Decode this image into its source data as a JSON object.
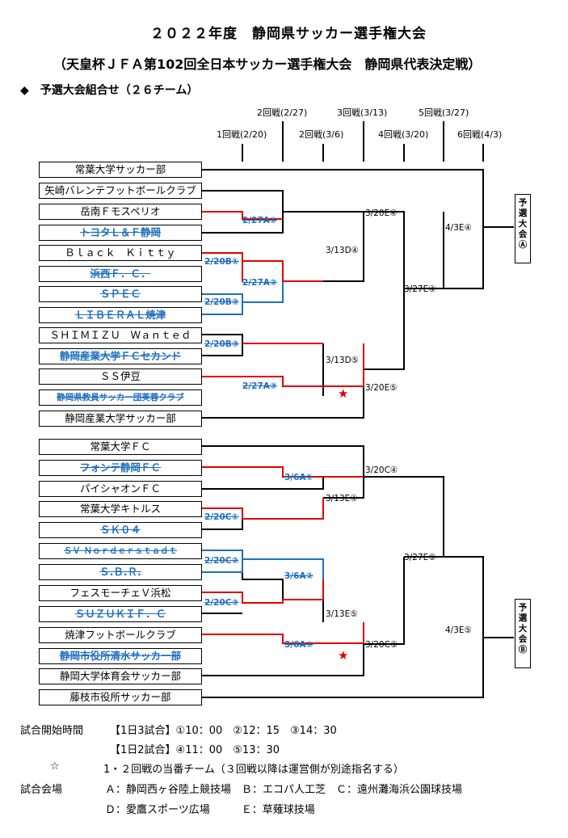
{
  "title": "２０２２年度　静岡県サッカー選手権大会",
  "subtitle": "（天皇杯ＪＦＡ第102回全日本サッカー選手権大会　静岡県代表決定戦）",
  "section": "◆　予選大会組合せ（２６チーム）",
  "rounds": {
    "r1": "1回戦(2/20)",
    "r2": "2回戦(2/27)",
    "r3": "2回戦(3/6)",
    "r4": "3回戦(3/13)",
    "r5": "4回戦(3/20)",
    "r6": "5回戦(3/27)",
    "r7": "6回戦(4/3)"
  },
  "teams": [
    {
      "name": "常葉大学サッカー部",
      "lost": false
    },
    {
      "name": "矢崎バレンテフットボールクラブ",
      "lost": false
    },
    {
      "name": "岳南Ｆモスペリオ",
      "lost": false
    },
    {
      "name": "トヨタＬ＆Ｆ静岡",
      "lost": true
    },
    {
      "name": "Ｂｌａｃｋ　Ｋｉｔｔｙ",
      "lost": false
    },
    {
      "name": "浜西Ｆ．Ｃ．",
      "lost": true
    },
    {
      "name": "ＳＰＥＣ",
      "lost": true
    },
    {
      "name": "ＬＩＢＥＲＡＬ焼津",
      "lost": true
    },
    {
      "name": "ＳＨＩＭＩＺＵ　Ｗａｎｔｅｄ",
      "lost": false
    },
    {
      "name": "静岡産業大学ＦＣセカンド",
      "lost": true
    },
    {
      "name": "ＳＳ伊豆",
      "lost": false
    },
    {
      "name": "静岡県教員サッカー団芙蓉クラブ",
      "lost": true
    },
    {
      "name": "静岡産業大学サッカー部",
      "lost": false
    },
    {
      "name": "常葉大学ＦＣ",
      "lost": false
    },
    {
      "name": "フォンテ静岡ＦＣ",
      "lost": true
    },
    {
      "name": "パイシャオンＦＣ",
      "lost": false
    },
    {
      "name": "常葉大学キトルス",
      "lost": false
    },
    {
      "name": "ＳＫ０４",
      "lost": true
    },
    {
      "name": "ＳＶ Ｎｏｒｄｅｒｓｔａｄｔ",
      "lost": true
    },
    {
      "name": "Ｓ.Ｂ.Ｒ.",
      "lost": true
    },
    {
      "name": "フェスモーチェＶ浜松",
      "lost": false
    },
    {
      "name": "ＳＵＺＵＫＩＦ．Ｃ",
      "lost": true
    },
    {
      "name": "焼津フットボールクラブ",
      "lost": false
    },
    {
      "name": "静岡市役所清水サッカー部",
      "lost": true
    },
    {
      "name": "静岡大学体育会サッカー部",
      "lost": false
    },
    {
      "name": "藤枝市役所サッカー部",
      "lost": false
    }
  ],
  "match_labels": {
    "b1": "2/20B①",
    "b2": "2/20B②",
    "b3": "2/20B③",
    "c1": "2/20C①",
    "c2": "2/20C②",
    "c3": "2/20C③",
    "a1": "2/27A①",
    "a2": "2/27A②",
    "a3": "2/27A③",
    "s1": "3/6A①",
    "s2": "3/6A②",
    "s3": "3/6A③",
    "d4a": "3/13D④",
    "d5": "3/13D⑤",
    "e4": "3/13E④",
    "e5": "3/13E⑤",
    "e4c": "3/20E④",
    "e5c": "3/20E⑤",
    "c4": "3/20C④",
    "c5": "3/20C⑤",
    "f4": "3/27E④",
    "f5": "3/27E⑤",
    "g4": "4/3E④",
    "g5": "4/3E⑤"
  },
  "star": "★",
  "reps": [
    "予選大会Ⓐ",
    "予選大会Ⓑ"
  ],
  "footer": {
    "time_label": "試合開始時間",
    "time1": "【1日3試合】①10：00　②12：15　③14：30",
    "time2": "【1日2試合】④11：00　⑤13：30",
    "star": "☆",
    "note": "1・２回戦の当番チーム（３回戦以降は運営側が別途指名する）",
    "venue_label": "試合会場",
    "venue1": "Ａ：静岡西ヶ谷陸上競技場　Ｂ：エコパ人工芝　Ｃ：遠州灘海浜公園球技場",
    "venue2": "Ｄ：愛鷹スポーツ広場　　　Ｅ：草薙球技場"
  },
  "colors": {
    "win": "#e00000",
    "blue": "#1e6fbf",
    "line": "#000000"
  }
}
